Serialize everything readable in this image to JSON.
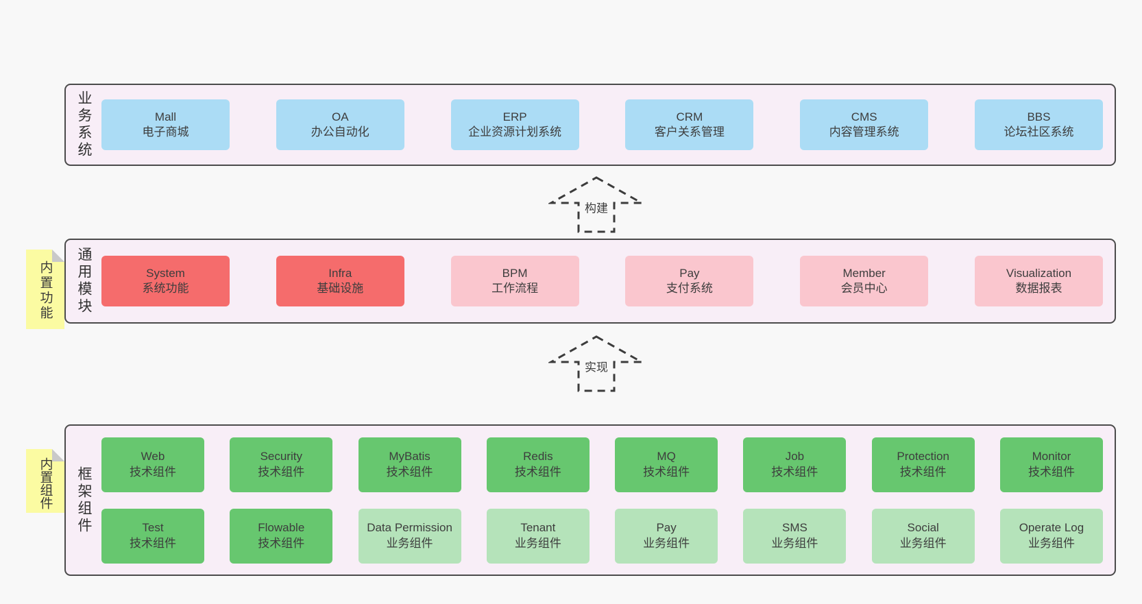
{
  "colors": {
    "page_bg": "#f8f8f8",
    "band_bg": "#f8eef7",
    "band_border": "#4b4b4b",
    "blue": "#abdcf5",
    "red": "#f56c6c",
    "pink": "#fac6ce",
    "green": "#67c76f",
    "light_green": "#b5e3ba",
    "note_yellow": "#fbfba2",
    "note_fold": "#c9c9c9",
    "text": "#3d3d3d"
  },
  "arrows": [
    {
      "label": "构建"
    },
    {
      "label": "实现"
    }
  ],
  "bands": [
    {
      "label": "业务系统",
      "boxes": [
        {
          "title": "Mall",
          "subtitle": "电子商城",
          "variant": "blue"
        },
        {
          "title": "OA",
          "subtitle": "办公自动化",
          "variant": "blue"
        },
        {
          "title": "ERP",
          "subtitle": "企业资源计划系统",
          "variant": "blue"
        },
        {
          "title": "CRM",
          "subtitle": "客户关系管理",
          "variant": "blue"
        },
        {
          "title": "CMS",
          "subtitle": "内容管理系统",
          "variant": "blue"
        },
        {
          "title": "BBS",
          "subtitle": "论坛社区系统",
          "variant": "blue"
        }
      ]
    },
    {
      "label": "通用模块",
      "note": "内置功能",
      "boxes": [
        {
          "title": "System",
          "subtitle": "系统功能",
          "variant": "red"
        },
        {
          "title": "Infra",
          "subtitle": "基础设施",
          "variant": "red"
        },
        {
          "title": "BPM",
          "subtitle": "工作流程",
          "variant": "pink"
        },
        {
          "title": "Pay",
          "subtitle": "支付系统",
          "variant": "pink"
        },
        {
          "title": "Member",
          "subtitle": "会员中心",
          "variant": "pink"
        },
        {
          "title": "Visualization",
          "subtitle": "数据报表",
          "variant": "pink"
        }
      ]
    },
    {
      "label": "框架组件",
      "note": "内置组件",
      "rows": [
        [
          {
            "title": "Web",
            "subtitle": "技术组件",
            "variant": "green"
          },
          {
            "title": "Security",
            "subtitle": "技术组件",
            "variant": "green"
          },
          {
            "title": "MyBatis",
            "subtitle": "技术组件",
            "variant": "green"
          },
          {
            "title": "Redis",
            "subtitle": "技术组件",
            "variant": "green"
          },
          {
            "title": "MQ",
            "subtitle": "技术组件",
            "variant": "green"
          },
          {
            "title": "Job",
            "subtitle": "技术组件",
            "variant": "green"
          },
          {
            "title": "Protection",
            "subtitle": "技术组件",
            "variant": "green"
          },
          {
            "title": "Monitor",
            "subtitle": "技术组件",
            "variant": "green"
          }
        ],
        [
          {
            "title": "Test",
            "subtitle": "技术组件",
            "variant": "green"
          },
          {
            "title": "Flowable",
            "subtitle": "技术组件",
            "variant": "green"
          },
          {
            "title": "Data Permission",
            "subtitle": "业务组件",
            "variant": "light-green"
          },
          {
            "title": "Tenant",
            "subtitle": "业务组件",
            "variant": "light-green"
          },
          {
            "title": "Pay",
            "subtitle": "业务组件",
            "variant": "light-green"
          },
          {
            "title": "SMS",
            "subtitle": "业务组件",
            "variant": "light-green"
          },
          {
            "title": "Social",
            "subtitle": "业务组件",
            "variant": "light-green"
          },
          {
            "title": "Operate Log",
            "subtitle": "业务组件",
            "variant": "light-green"
          }
        ]
      ]
    }
  ]
}
